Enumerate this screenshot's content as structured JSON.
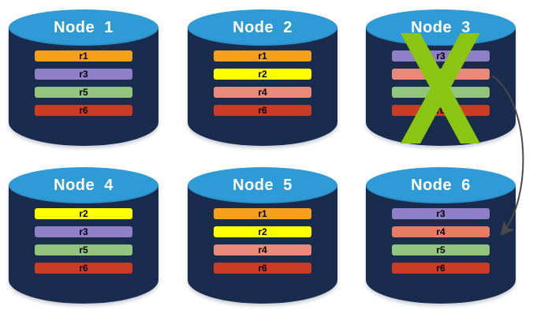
{
  "diagram": {
    "title_prefix": "Node",
    "palette": {
      "cylinder_body": "#1a2c4e",
      "cylinder_top": "#2e9bd6",
      "title_text": "#ffffff",
      "background": "#ffffff",
      "failure_x": "#8bc514",
      "arrow": "#4a4a4a"
    },
    "replica_colors": {
      "r1": "#f5a01c",
      "r2": "#ffff00",
      "r3": "#8e7fc8",
      "r4": "#e8897a",
      "r5": "#92c47d",
      "r6": "#cc3b26"
    },
    "nodes": [
      {
        "id": "node-1",
        "label": "Node  1",
        "failed": false,
        "replicas": [
          {
            "label": "r1",
            "color": "#f5a01c"
          },
          {
            "label": "r3",
            "color": "#8e7fc8"
          },
          {
            "label": "r5",
            "color": "#92c47d"
          },
          {
            "label": "r6",
            "color": "#cc3b26"
          }
        ]
      },
      {
        "id": "node-2",
        "label": "Node  2",
        "failed": false,
        "replicas": [
          {
            "label": "r1",
            "color": "#f5a01c"
          },
          {
            "label": "r2",
            "color": "#ffff00"
          },
          {
            "label": "r4",
            "color": "#e8897a"
          },
          {
            "label": "r6",
            "color": "#cc3b26"
          }
        ]
      },
      {
        "id": "node-3",
        "label": "Node  3",
        "failed": true,
        "replicas": [
          {
            "label": "r3",
            "color": "#8e7fc8"
          },
          {
            "label": "r4",
            "color": "#e8897a"
          },
          {
            "label": "r5",
            "color": "#92c47d"
          },
          {
            "label": "r6",
            "color": "#cc3b26"
          }
        ]
      },
      {
        "id": "node-4",
        "label": "Node  4",
        "failed": false,
        "replicas": [
          {
            "label": "r2",
            "color": "#ffff00"
          },
          {
            "label": "r3",
            "color": "#8e7fc8"
          },
          {
            "label": "r5",
            "color": "#92c47d"
          },
          {
            "label": "r6",
            "color": "#cc3b26"
          }
        ]
      },
      {
        "id": "node-5",
        "label": "Node  5",
        "failed": false,
        "replicas": [
          {
            "label": "r1",
            "color": "#f5a01c"
          },
          {
            "label": "r2",
            "color": "#ffff00"
          },
          {
            "label": "r4",
            "color": "#e8897a"
          },
          {
            "label": "r6",
            "color": "#cc3b26"
          }
        ]
      },
      {
        "id": "node-6",
        "label": "Node  6",
        "failed": false,
        "replicas": [
          {
            "label": "r3",
            "color": "#8e7fc8"
          },
          {
            "label": "r4",
            "color": "#e87c63"
          },
          {
            "label": "r5",
            "color": "#92c47d"
          },
          {
            "label": "r6",
            "color": "#cc3b26"
          }
        ]
      }
    ],
    "arrow": {
      "from": "node-3",
      "to": "node-6"
    }
  }
}
